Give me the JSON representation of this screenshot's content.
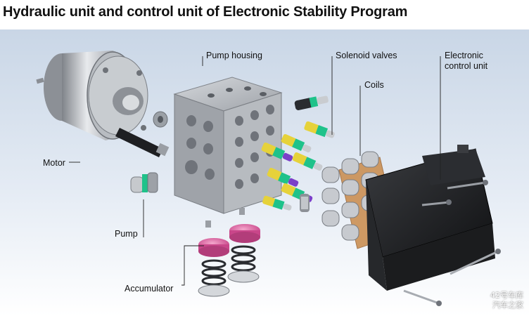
{
  "title": "Hydraulic unit and control unit of Electronic Stability Program",
  "labels": {
    "pump_housing": "Pump housing",
    "solenoid_valves": "Solenoid valves",
    "electronic": "Electronic",
    "control_unit": "control unit",
    "coils": "Coils",
    "motor": "Motor",
    "pump": "Pump",
    "accumulator": "Accumulator"
  },
  "watermark": {
    "line1": "42号车库",
    "line2": "汽车之家"
  },
  "colors": {
    "background_top": "#c9d6e6",
    "background_bottom": "#ffffff",
    "housing": "#a9adb3",
    "solenoid_green": "#1fc28a",
    "solenoid_yellow": "#e6d23a",
    "solenoid_purple": "#7b3fc9",
    "accumulator_pink": "#e86aa8",
    "ecu_black": "#1b1c1e",
    "board_orange": "#c98a4a"
  }
}
